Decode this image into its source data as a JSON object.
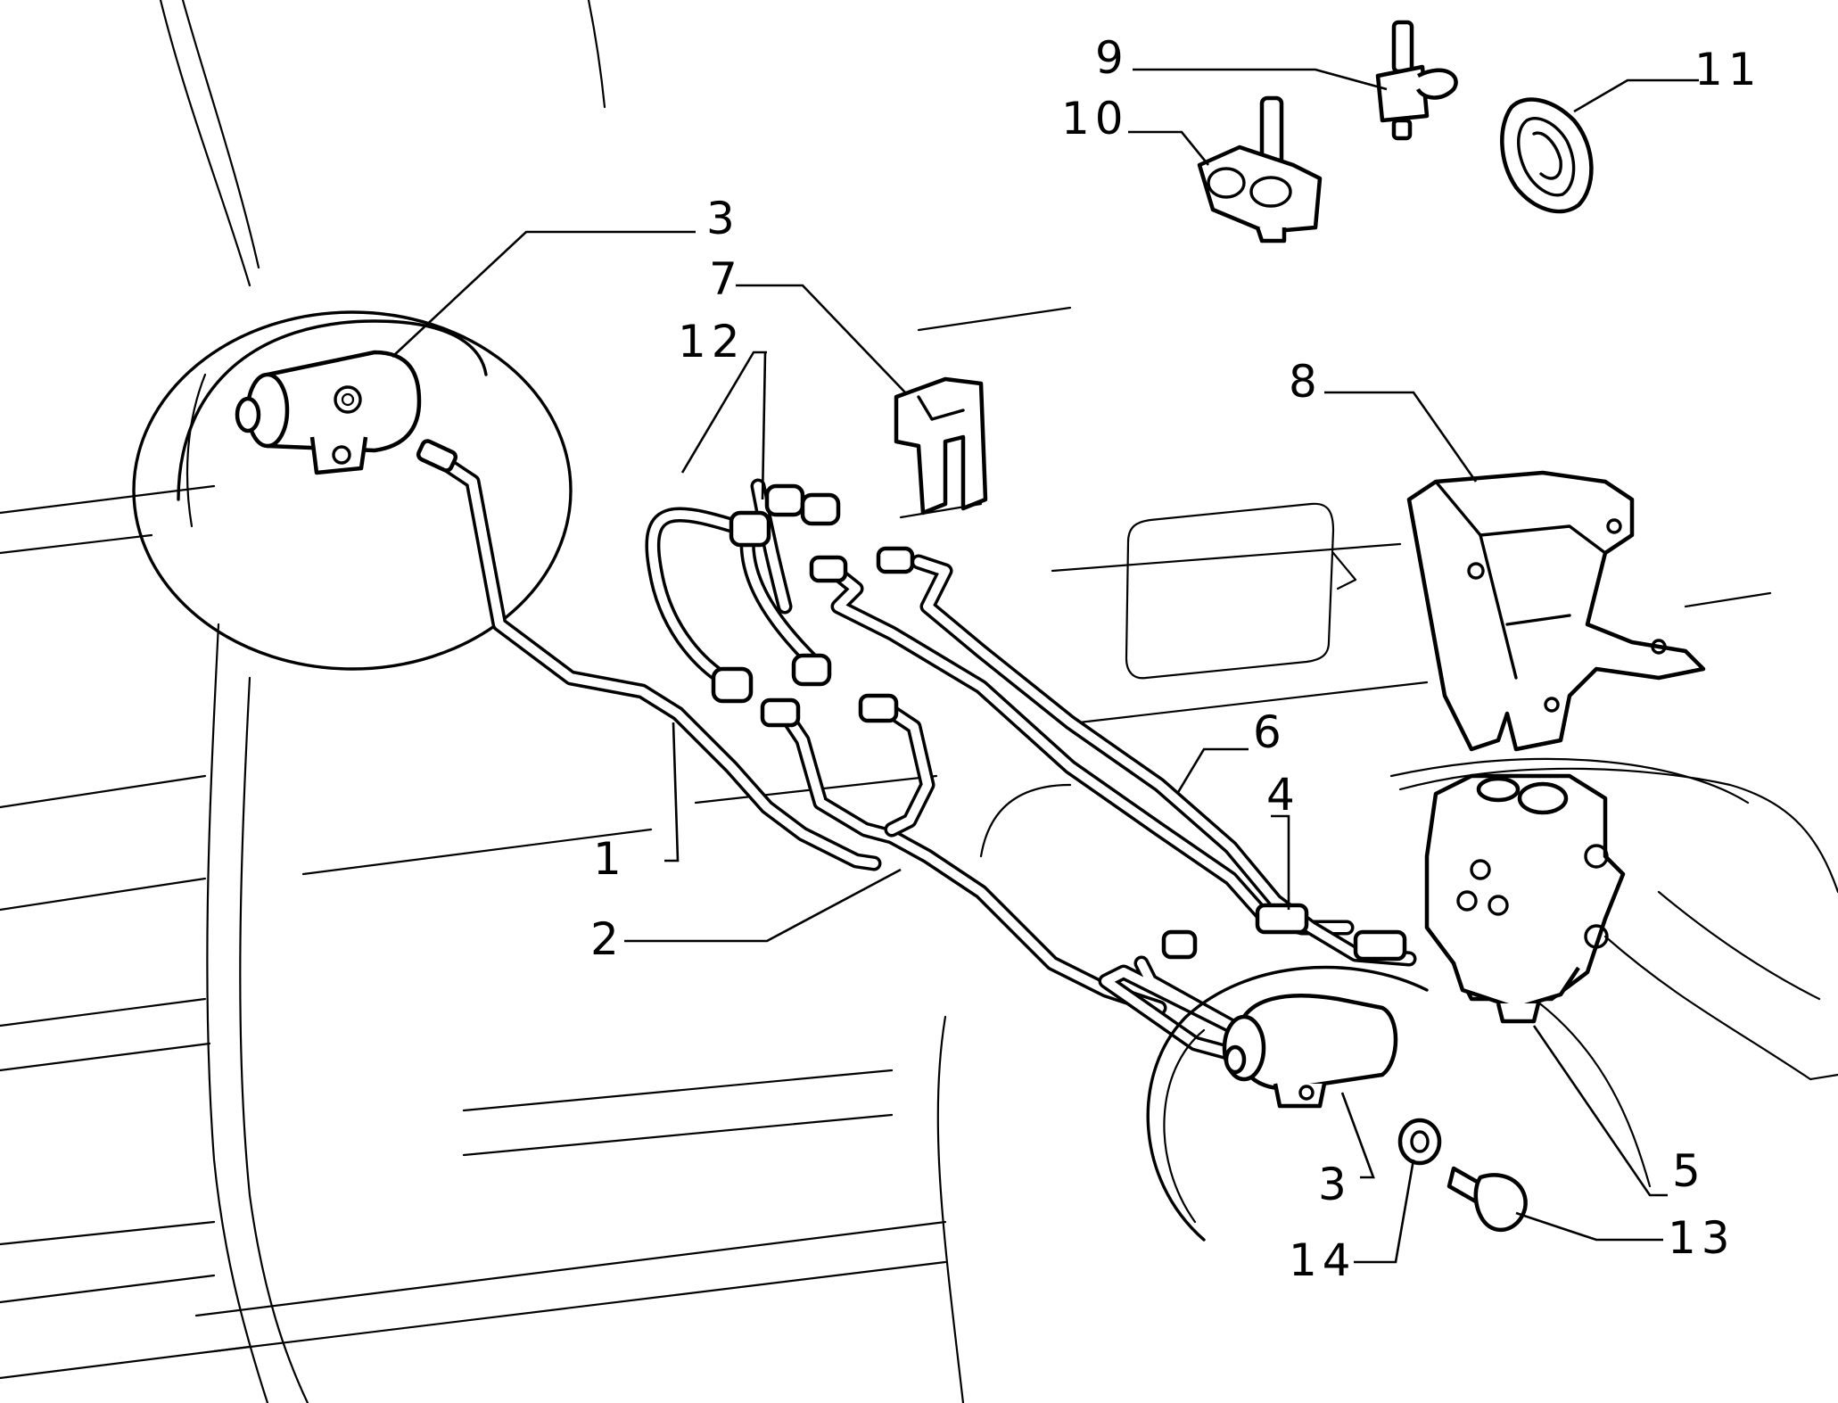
{
  "callouts": [
    {
      "id": "1",
      "label": "1"
    },
    {
      "id": "2",
      "label": "2"
    },
    {
      "id": "3a",
      "label": "3"
    },
    {
      "id": "3b",
      "label": "3"
    },
    {
      "id": "4",
      "label": "4"
    },
    {
      "id": "5",
      "label": "5"
    },
    {
      "id": "6",
      "label": "6"
    },
    {
      "id": "7",
      "label": "7"
    },
    {
      "id": "8",
      "label": "8"
    },
    {
      "id": "9",
      "label": "9"
    },
    {
      "id": "10",
      "label": "10"
    },
    {
      "id": "11",
      "label": "11"
    },
    {
      "id": "12",
      "label": "12"
    },
    {
      "id": "13",
      "label": "13"
    },
    {
      "id": "14",
      "label": "14"
    }
  ]
}
